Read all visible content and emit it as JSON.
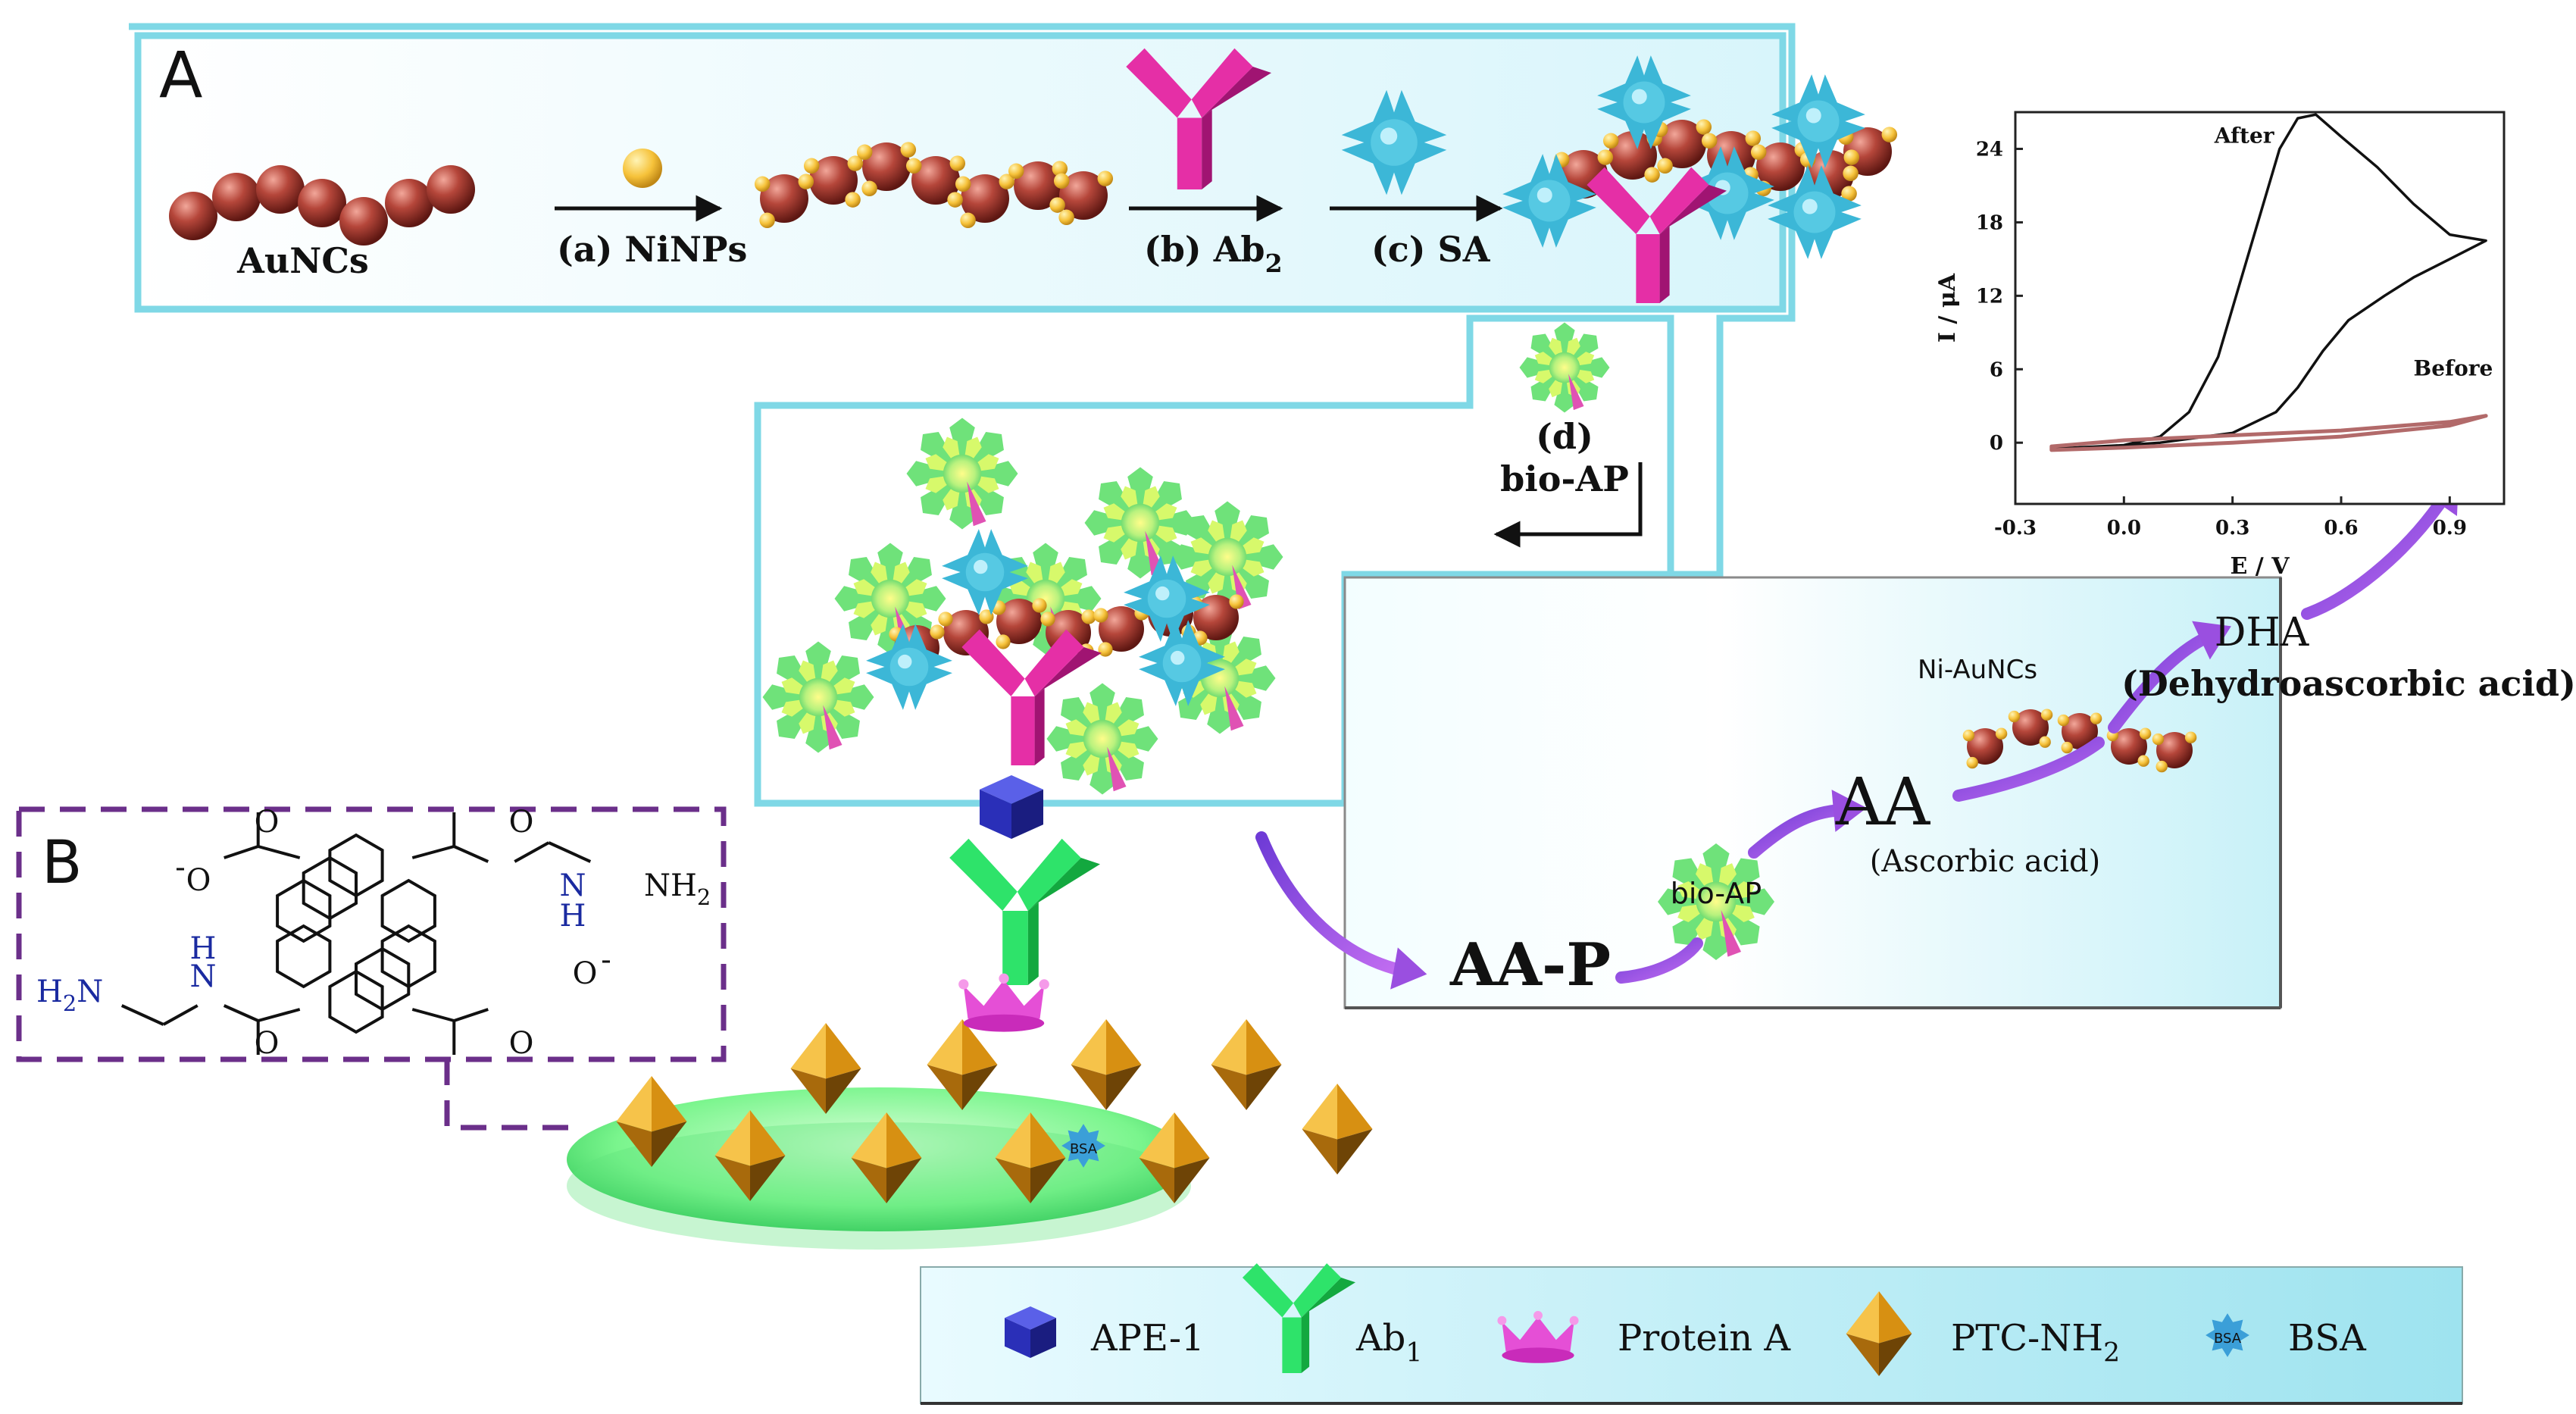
{
  "panel_a": {
    "letter": "A",
    "aunc_label": "AuNCs",
    "step_a": "(a) NiNPs",
    "step_b": "(b) Ab",
    "step_b_sub": "2",
    "step_c": "(c) SA",
    "step_d": "(d)",
    "step_d_label": "bio-AP"
  },
  "panel_b": {
    "letter": "B",
    "chem": {
      "o_top_left": "O",
      "o_minus_left": "O",
      "minus": "-",
      "o_top_right": "O",
      "nh_right": "N",
      "h_right": "H",
      "nh2_right": "NH",
      "nh2_right_sub": "2",
      "h_left": "H",
      "n_left": "N",
      "h2n_left": "H",
      "h2n_left_sub": "2",
      "h2n_left_n": "N",
      "o_bottom_left": "O",
      "o_minus_right": "O",
      "o_bottom_right": "O"
    }
  },
  "reaction": {
    "ni_aunc_label": "Ni-AuNCs",
    "dha": "DHA",
    "dha_full": "(Dehydroascorbic acid)",
    "aa": "AA",
    "aa_full": "(Ascorbic acid)",
    "bio_ap": "bio-AP",
    "aa_p": "AA-P"
  },
  "bsa_tag": "BSA",
  "legend": {
    "items": [
      {
        "label": "APE-1",
        "icon": "cube-icon"
      },
      {
        "label": "Ab",
        "sub": "1",
        "icon": "antibody-icon"
      },
      {
        "label": "Protein A",
        "icon": "crown-icon"
      },
      {
        "label": "PTC-NH",
        "sub": "2",
        "icon": "octahedron-icon"
      },
      {
        "label": "BSA",
        "icon": "bsa-star-icon"
      }
    ]
  },
  "chart_data": {
    "type": "line",
    "xlabel": "E / V",
    "ylabel": "I / μA",
    "xlim": [
      -0.3,
      1.05
    ],
    "ylim": [
      -5,
      27
    ],
    "xticks": [
      -0.3,
      0.0,
      0.3,
      0.6,
      0.9
    ],
    "xtick_labels": [
      "-0.3",
      "0.0",
      "0.3",
      "0.6",
      "0.9"
    ],
    "yticks": [
      0,
      6,
      12,
      18,
      24
    ],
    "ytick_labels": [
      "0",
      "6",
      "12",
      "18",
      "24"
    ],
    "series": [
      {
        "name": "After",
        "color": "#111111",
        "x": [
          -0.2,
          0.0,
          0.1,
          0.18,
          0.26,
          0.32,
          0.38,
          0.43,
          0.48,
          0.53,
          0.6,
          0.7,
          0.8,
          0.9,
          1.0,
          0.9,
          0.8,
          0.72,
          0.62,
          0.55,
          0.48,
          0.42,
          0.3,
          0.1,
          -0.1,
          -0.2
        ],
        "y": [
          -0.5,
          -0.2,
          0.5,
          2.5,
          7.0,
          13.0,
          19.0,
          24.0,
          26.5,
          26.8,
          25.0,
          22.5,
          19.5,
          17.0,
          16.5,
          15.0,
          13.5,
          12.0,
          10.0,
          7.5,
          4.5,
          2.5,
          0.8,
          0.0,
          -0.4,
          -0.5
        ]
      },
      {
        "name": "Before",
        "color": "#b26a6a",
        "x": [
          -0.2,
          0.0,
          0.3,
          0.6,
          0.9,
          1.0,
          0.9,
          0.6,
          0.3,
          0.0,
          -0.2
        ],
        "y": [
          -0.3,
          0.2,
          0.6,
          1.0,
          1.7,
          2.2,
          1.4,
          0.5,
          0.0,
          -0.4,
          -0.6
        ]
      }
    ]
  },
  "colors": {
    "panel_border": "#7fd8e6",
    "panel_fill_light": "#eefcff",
    "gold_sphere": "#b5463a",
    "ni_dot": "#f6c23a",
    "antibody_pink": "#e52fa6",
    "antibody_green": "#2ee36a",
    "sa_blue": "#3cb7d7",
    "ap_green": "#a7f07a",
    "purple_arrow": "#9a4fe0",
    "dashed_box": "#6b2f8a",
    "octahedron": "#e4a31a",
    "cube": "#2a2fb8",
    "electrode": "#7af58d"
  }
}
